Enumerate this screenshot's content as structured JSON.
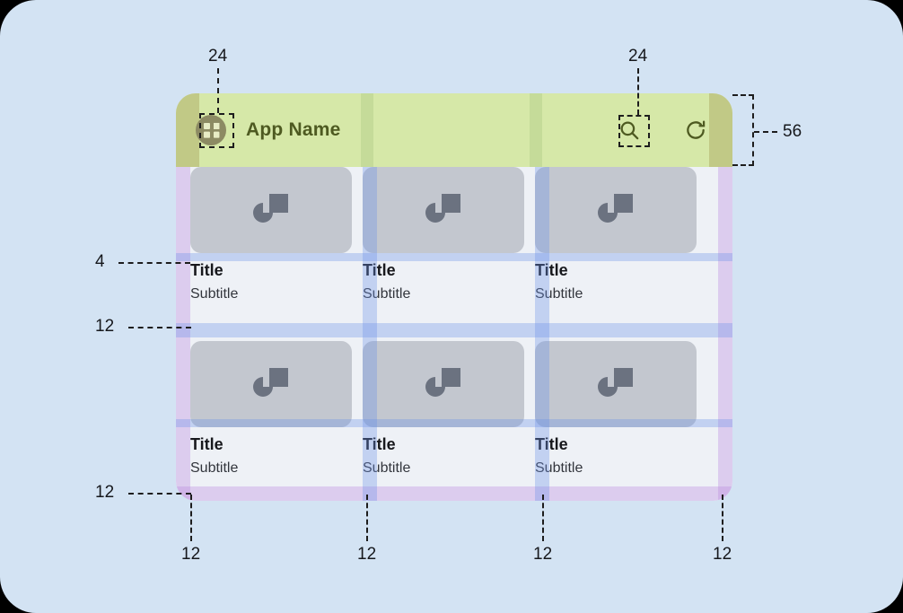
{
  "canvas": {
    "background_color": "#d3e3f3",
    "corner_radius": 40
  },
  "screen": {
    "background_color": "#eef1f6"
  },
  "appbar": {
    "background_color": "#d6e8a8",
    "title": "App Name",
    "menu_icon": "app-grid-avatar-icon",
    "search_icon": "search-icon",
    "refresh_icon": "refresh-icon",
    "height_spec": "56"
  },
  "overlays": {
    "margin_color": "#ba82de",
    "gutter_color": "#6c93e8",
    "appbar_pad_color": "#a09650"
  },
  "cards": [
    {
      "title": "Title",
      "subtitle": "Subtitle",
      "thumb_icon": "image-placeholder-icon"
    },
    {
      "title": "Title",
      "subtitle": "Subtitle",
      "thumb_icon": "image-placeholder-icon"
    },
    {
      "title": "Title",
      "subtitle": "Subtitle",
      "thumb_icon": "image-placeholder-icon"
    },
    {
      "title": "Title",
      "subtitle": "Subtitle",
      "thumb_icon": "image-placeholder-icon"
    },
    {
      "title": "Title",
      "subtitle": "Subtitle",
      "thumb_icon": "image-placeholder-icon"
    },
    {
      "title": "Title",
      "subtitle": "Subtitle",
      "thumb_icon": "image-placeholder-icon"
    }
  ],
  "annotations": {
    "menu_icon_size": "24",
    "search_icon_size": "24",
    "appbar_height": "56",
    "title_gap": "4",
    "row_gap": "12",
    "bottom_margin": "12",
    "bottom_left_margin": "12",
    "bottom_gutter_1": "12",
    "bottom_gutter_2": "12",
    "bottom_right_margin": "12"
  }
}
